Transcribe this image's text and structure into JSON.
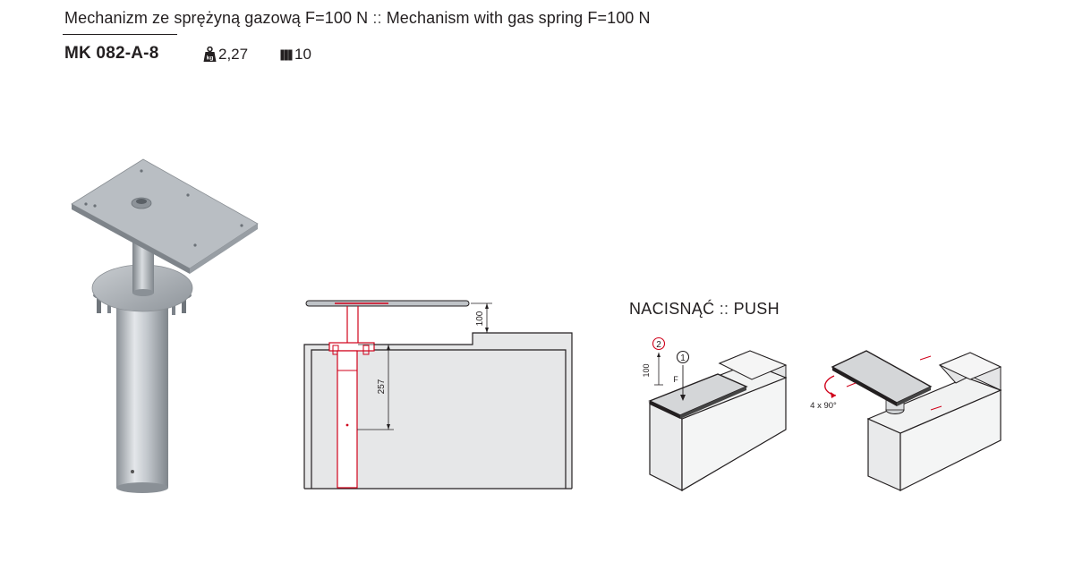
{
  "header": {
    "title_pl": "Mechanizm ze sprężyną gazową F=100 N",
    "separator": "::",
    "title_en": "Mechanism with gas spring F=100 N",
    "product_code": "MK 082-A-8",
    "weight": "2,27",
    "weight_icon": "weight-icon",
    "package_qty": "10",
    "package_icon": "package-icon"
  },
  "drawing": {
    "dim_height": "100",
    "dim_depth": "257"
  },
  "instruction": {
    "label_pl": "NACISNĄĆ",
    "separator": "::",
    "label_en": "PUSH",
    "step_1": "1",
    "step_2": "2",
    "travel": "100",
    "force": "F",
    "rotation": "4 x 90°"
  }
}
